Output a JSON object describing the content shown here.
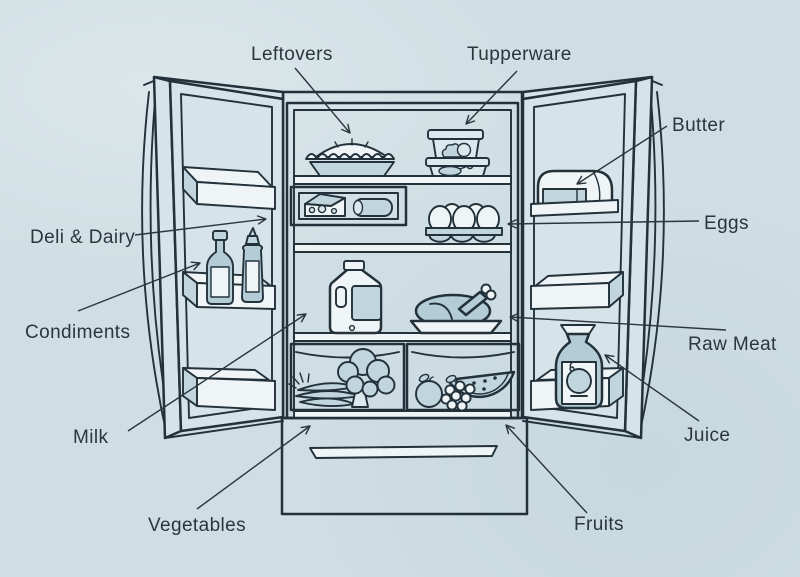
{
  "colors": {
    "background": "#cfdee3",
    "line": "#22313a",
    "text": "#2b363c",
    "fill_light": "#dbe8ec",
    "fill_panel": "#d6e3e8",
    "fill_mid": "#c1d5dd",
    "fill_dark": "#b3ccd6",
    "fill_white": "#eff5f7"
  },
  "labels": {
    "leftovers": "Leftovers",
    "tupperware": "Tupperware",
    "butter": "Butter",
    "eggs": "Eggs",
    "deli_dairy": "Deli & Dairy",
    "condiments": "Condiments",
    "milk": "Milk",
    "raw_meat": "Raw Meat",
    "juice": "Juice",
    "vegetables": "Vegetables",
    "fruits": "Fruits"
  }
}
